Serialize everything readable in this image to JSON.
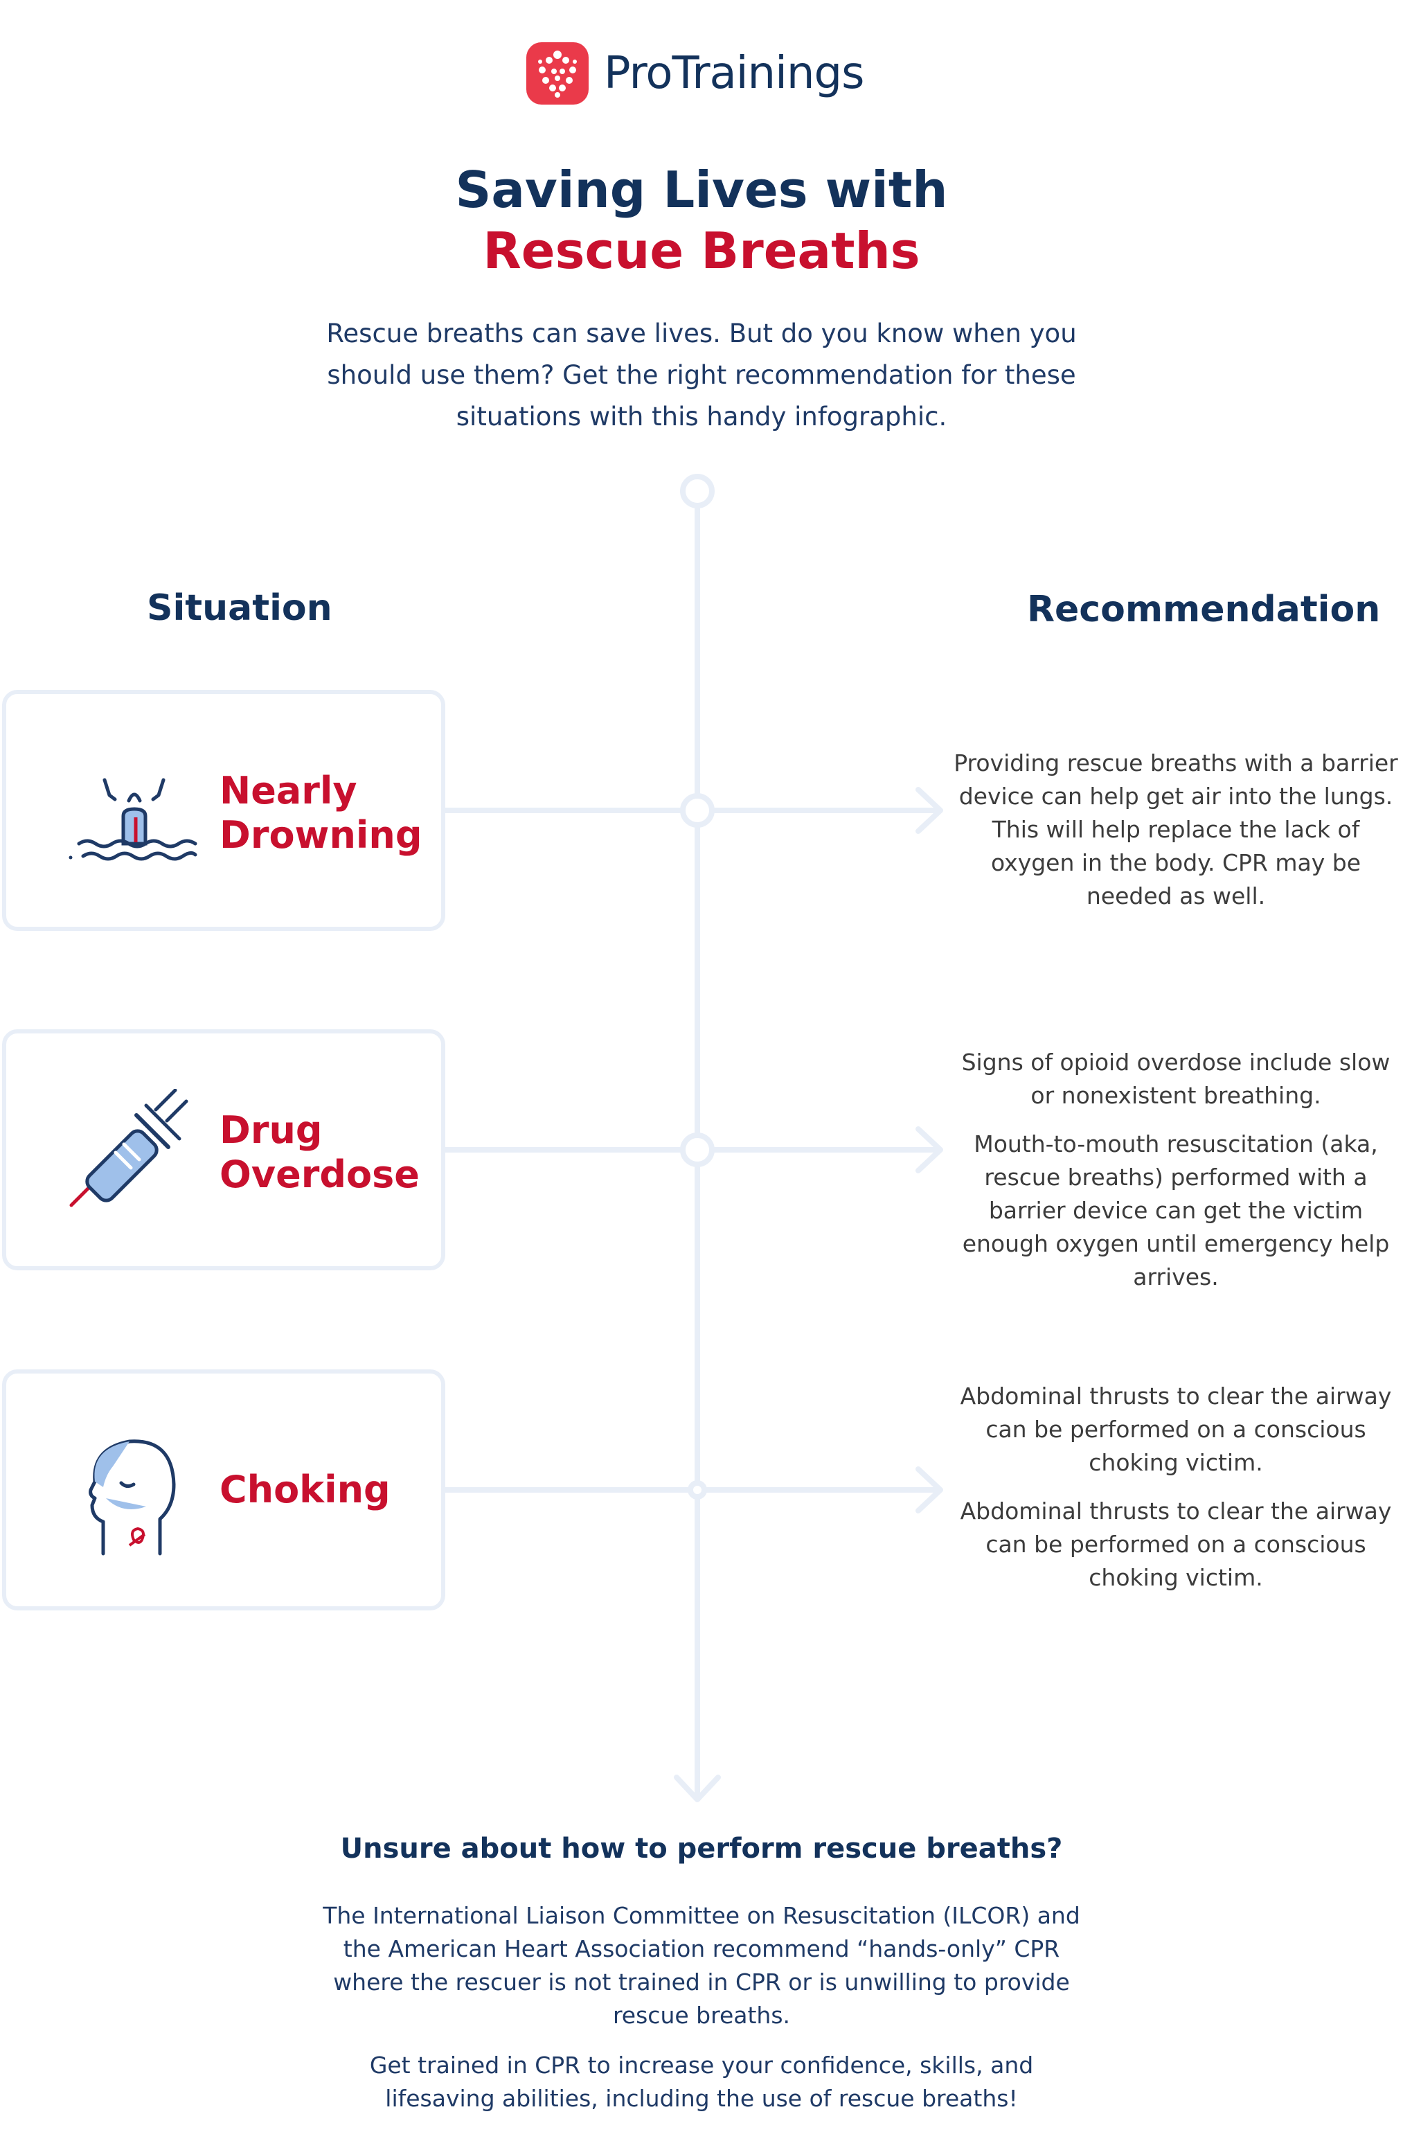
{
  "brand": {
    "name": "ProTrainings",
    "accent": "#ea3a4a",
    "navy": "#13325b",
    "red": "#c8102e"
  },
  "title": {
    "line1": "Saving Lives with",
    "line2": "Rescue Breaths"
  },
  "intro": "Rescue breaths can save lives. But do you know when you should use them? Get the right recommendation for these situations with this handy infographic.",
  "columns": {
    "situation": "Situation",
    "recommendation": "Recommendation"
  },
  "situations": [
    {
      "icon": "drowning-icon",
      "label_line1": "Nearly",
      "label_line2": "Drowning",
      "recommendation": [
        "Providing rescue breaths with a barrier device can help get air into the lungs. This will help replace the lack of oxygen in the body. CPR may be needed as well."
      ]
    },
    {
      "icon": "syringe-icon",
      "label_line1": "Drug",
      "label_line2": "Overdose",
      "recommendation": [
        "Signs of opioid overdose include slow or nonexistent breathing.",
        "Mouth-to-mouth resuscitation (aka, rescue breaths) performed with a barrier device can get the victim enough oxygen until emergency help arrives."
      ]
    },
    {
      "icon": "choking-head-icon",
      "label_line1": "Choking",
      "label_line2": "",
      "recommendation": [
        "Abdominal thrusts to clear the airway can be performed on a conscious choking victim.",
        "Abdominal thrusts to clear the airway can be performed on a conscious choking victim."
      ]
    }
  ],
  "bottom": {
    "title": "Unsure about how to perform rescue breaths?",
    "paragraphs": [
      "The International Liaison Committee on Resuscitation (ILCOR) and the American Heart Association recommend “hands-only” CPR where the rescuer is not trained in CPR or is unwilling to provide rescue breaths.",
      "Get trained in CPR to increase your confidence, skills, and lifesaving abilities, including the use of rescue breaths!"
    ]
  }
}
